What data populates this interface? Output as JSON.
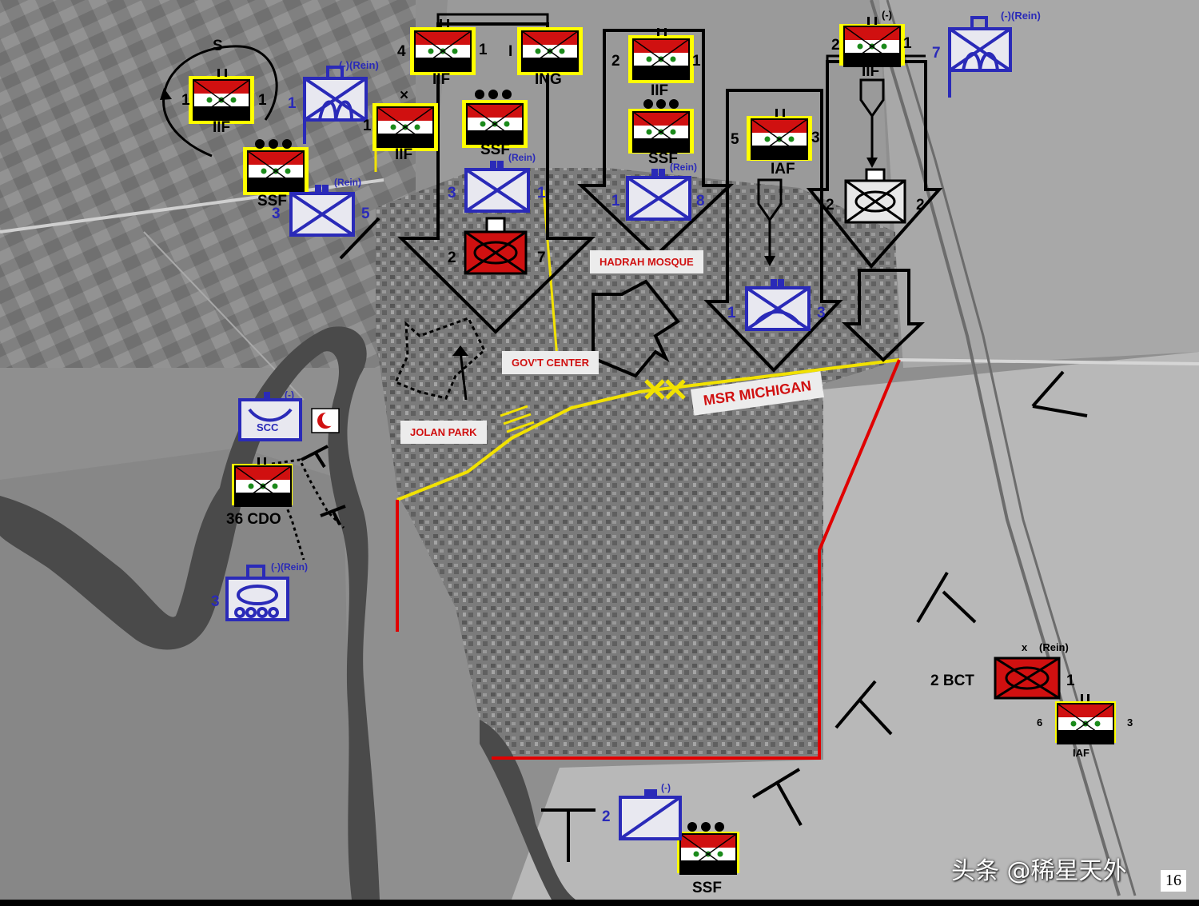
{
  "map": {
    "labels": {
      "hadrah_mosque": "HADRAH  MOSQUE",
      "govt_center": "GOV'T CENTER",
      "jolan_park": "JOLAN PARK",
      "msr_michigan": "MSR MICHIGAN",
      "xx": "XX"
    },
    "units": {
      "u_s": "S",
      "u1_l": "1",
      "u1_r": "1",
      "u1_name": "IIF",
      "u2_l": "1",
      "u2_mod": "(-)(Rein)",
      "u3_l": "1",
      "u3_x": "×",
      "u3_name": "IIF",
      "u4_name": "SSF",
      "u5_l": "3",
      "u5_r": "5",
      "u5_mod": "(Rein)",
      "u6_l": "4",
      "u6_r": "1",
      "u6_name": "IIF",
      "u7_l": "I",
      "u7_name": "ING",
      "u8_name": "SSF",
      "u9_l": "3",
      "u9_r": "1",
      "u9_mod": "(Rein)",
      "u10_l": "2",
      "u10_r": "7",
      "u11_l": "2",
      "u11_r": "1",
      "u11_name": "IIF",
      "u12_name": "SSF",
      "u13_l": "1",
      "u13_r": "8",
      "u13_mod": "(Rein)",
      "u14_l": "5",
      "u14_r": "3",
      "u14_name": "IAF",
      "u15_l": "1",
      "u15_r": "3",
      "u16_l": "2",
      "u16_r": "1",
      "u16_mod": "(-)",
      "u16_name": "IIF",
      "u17_l": "7",
      "u17_mod": "(-)(Rein)",
      "u18_l": "2",
      "u18_r": "2",
      "u19_text": "SCC",
      "u19_mod": "(-)",
      "u20_name": "36 CDO",
      "u21_l": "3",
      "u21_mod": "(-)(Rein)",
      "u22_name": "2 BCT",
      "u22_r": "1",
      "u22_x": "x",
      "u22_mod": "(Rein)",
      "u23_l": "6",
      "u23_r": "3",
      "u23_name": "IAF",
      "u24_l": "2",
      "u24_mod": "(-)",
      "u25_name": "SSF"
    },
    "watermark": "头条 @稀星天外",
    "page_number": "16"
  },
  "colors": {
    "friendly_blue": "#2a2ab8",
    "iraqi_red": "#d01010",
    "frame_yellow": "#ffff00",
    "phase_line_yellow": "#f2e200",
    "boundary_red": "#e00000",
    "river": "#4a4a4a"
  }
}
